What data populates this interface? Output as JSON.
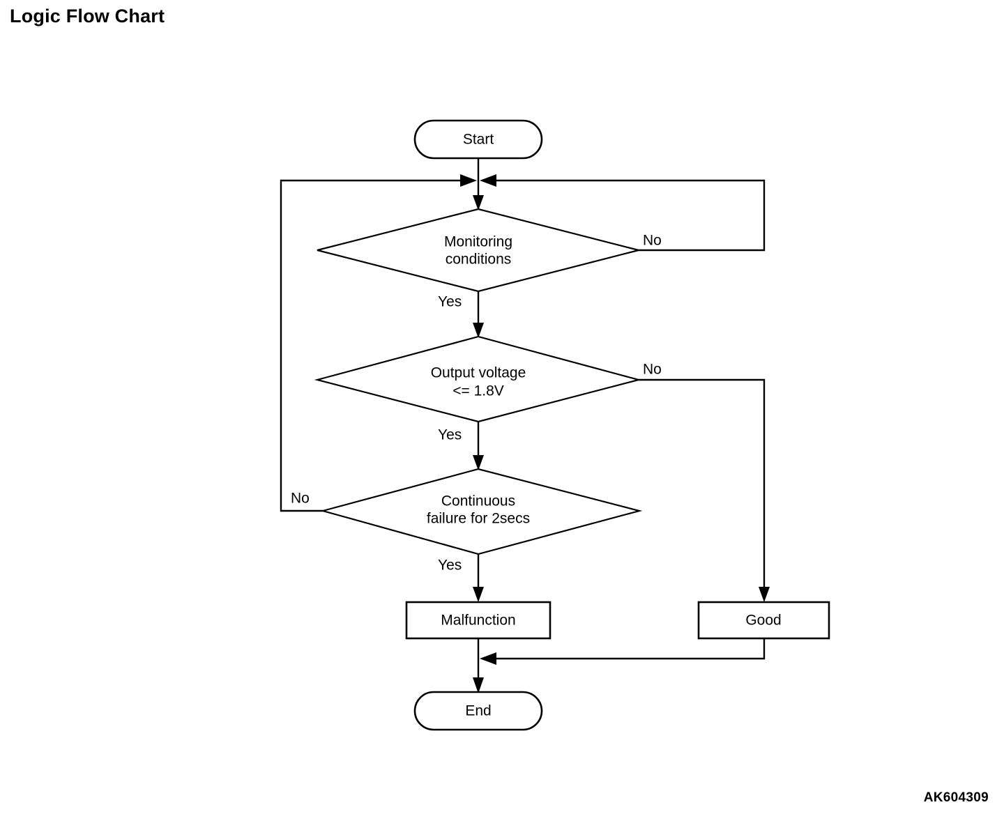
{
  "page": {
    "title": "Logic Flow Chart",
    "watermark": "AK604309",
    "background_color": "#ffffff",
    "line_color": "#000000"
  },
  "chart_data": {
    "type": "diagram",
    "diagram_kind": "flowchart",
    "title": "Logic Flow Chart",
    "nodes": [
      {
        "id": "start",
        "shape": "terminator",
        "label": "Start"
      },
      {
        "id": "monitoring",
        "shape": "decision",
        "label_line1": "Monitoring",
        "label_line2": "conditions"
      },
      {
        "id": "voltage",
        "shape": "decision",
        "label_line1": "Output voltage",
        "label_line2": "<= 1.8V"
      },
      {
        "id": "continuous",
        "shape": "decision",
        "label_line1": "Continuous",
        "label_line2": "failure for 2secs"
      },
      {
        "id": "malfunction",
        "shape": "process",
        "label": "Malfunction"
      },
      {
        "id": "good",
        "shape": "process",
        "label": "Good"
      },
      {
        "id": "end",
        "shape": "terminator",
        "label": "End"
      }
    ],
    "edges": [
      {
        "from": "start",
        "to": "monitoring",
        "label": ""
      },
      {
        "from": "monitoring",
        "to": "voltage",
        "label": "Yes"
      },
      {
        "from": "monitoring",
        "to": "start-junction",
        "label": "No"
      },
      {
        "from": "voltage",
        "to": "continuous",
        "label": "Yes"
      },
      {
        "from": "voltage",
        "to": "good",
        "label": "No"
      },
      {
        "from": "continuous",
        "to": "malfunction",
        "label": "Yes"
      },
      {
        "from": "continuous",
        "to": "start-junction",
        "label": "No"
      },
      {
        "from": "malfunction",
        "to": "end",
        "label": ""
      },
      {
        "from": "good",
        "to": "end",
        "label": ""
      }
    ],
    "labels": {
      "yes": "Yes",
      "no": "No"
    }
  }
}
